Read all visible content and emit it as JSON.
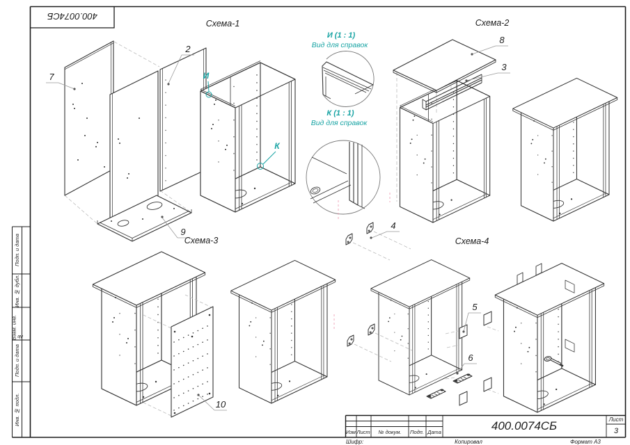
{
  "colors": {
    "teal": "#17a3a3",
    "line": "#333333",
    "frame": "#1a1a1a"
  },
  "stamp": {
    "code_top": "400.0074СБ",
    "code_main": "400.0074СБ",
    "sheet_word": "Лист",
    "sheet_num": "3",
    "cols": [
      "Изм",
      "Лист",
      "№ докум.",
      "Подп.",
      "Дата"
    ],
    "below": {
      "left": "Шифр:",
      "center": "Копировал",
      "right": "Формат А3"
    },
    "side_rows": [
      "Подп. и дата",
      "Инв. № дубл.",
      "Взам. инв. №",
      "Подп. и дата",
      "Инв. № подл."
    ]
  },
  "schemas": {
    "s1": "Схема-1",
    "s2": "Схема-2",
    "s3": "Схема-3",
    "s4": "Схема-4"
  },
  "views": {
    "i_title": "И (1 : 1)",
    "i_sub": "Вид для справок",
    "k_title": "К (1 : 1)",
    "k_sub": "Вид для справок",
    "i_mark": "И",
    "k_mark": "К"
  },
  "callouts": {
    "c2": "2",
    "c3": "3",
    "c4": "4",
    "c5": "5",
    "c6": "6",
    "c7": "7",
    "c8": "8",
    "c9": "9",
    "c10": "10"
  }
}
